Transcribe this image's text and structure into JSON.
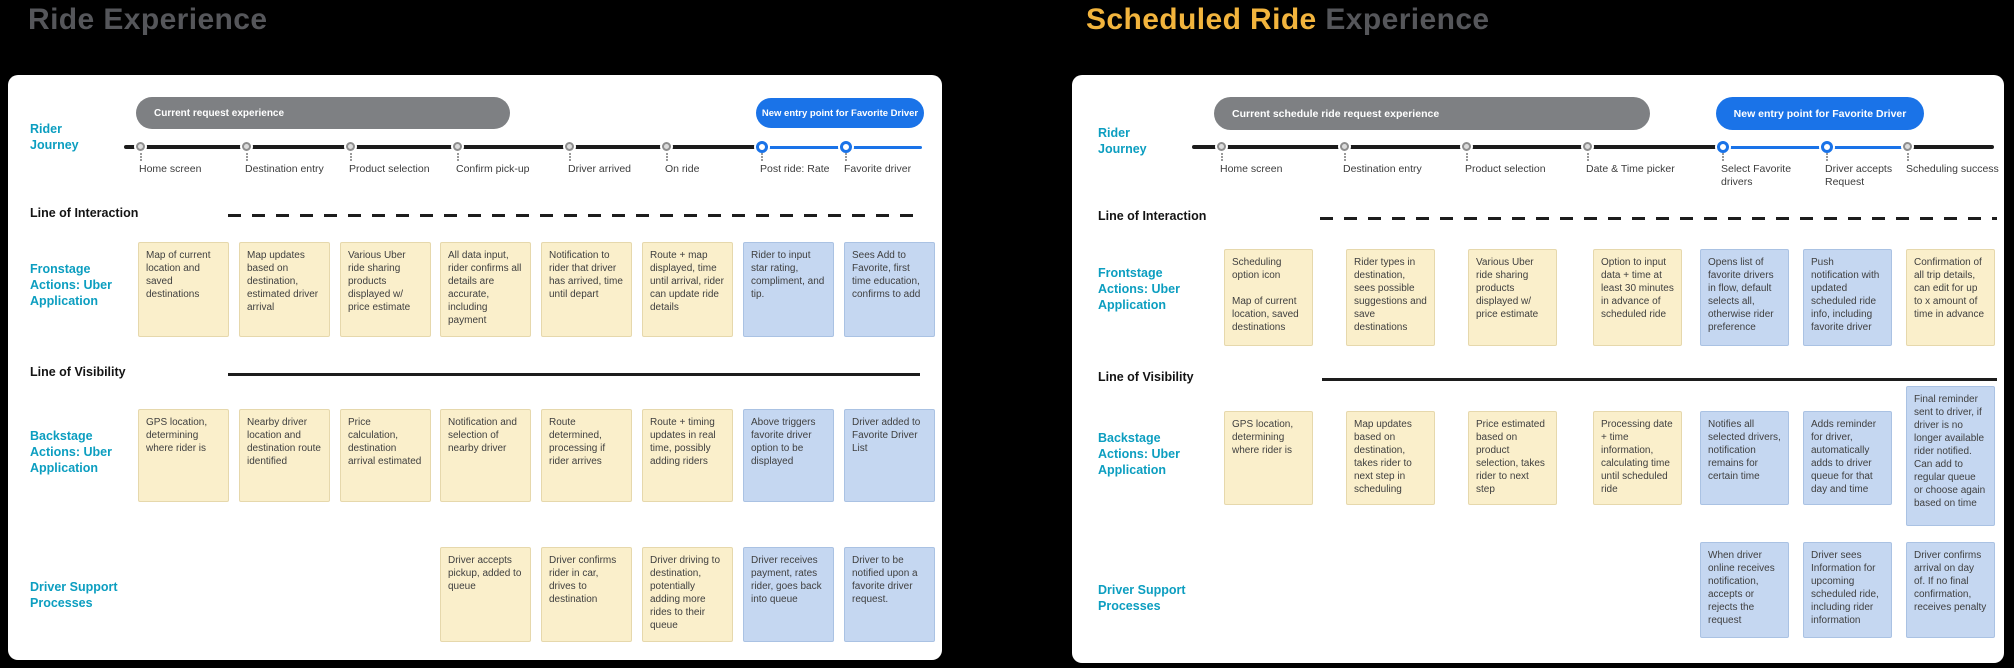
{
  "colors": {
    "teal_label": "#0C9EC0",
    "amber_title": "#F2B43D",
    "gray_title": "#55565A",
    "gray_pill": "#7E8083",
    "blue_accent": "#1A73E8",
    "note_yellow": "#FAEFCB",
    "note_blue": "#C5D7F1"
  },
  "panels": [
    {
      "name": "ride-experience",
      "title": [
        {
          "text": "Ride Experience",
          "color": "gray"
        }
      ],
      "rider_journey_label": "Rider Journey",
      "current_pill": "Current request experience",
      "new_entry_pill": "New entry point for Favorite Driver",
      "line_of_interaction": "Line of Interaction",
      "line_of_visibility": "Line of Visibility",
      "frontstage_label": "Fronstage Actions: Uber Application",
      "backstage_label": "Backstage Actions: Uber Application",
      "driver_label": "Driver Support Processes",
      "steps": [
        {
          "label": "Home screen",
          "blue": false
        },
        {
          "label": "Destination entry",
          "blue": false
        },
        {
          "label": "Product selection",
          "blue": false
        },
        {
          "label": "Confirm pick-up",
          "blue": false
        },
        {
          "label": "Driver arrived",
          "blue": false
        },
        {
          "label": "On ride",
          "blue": false
        },
        {
          "label": "Post ride: Rate",
          "blue": true
        },
        {
          "label": "Favorite driver",
          "blue": true
        }
      ],
      "frontstage_notes": [
        {
          "col": 1,
          "color": "yellow",
          "text": "Map of current location and saved destinations"
        },
        {
          "col": 2,
          "color": "yellow",
          "text": "Map updates based on destination, estimated driver arrival"
        },
        {
          "col": 3,
          "color": "yellow",
          "text": "Various Uber ride sharing products displayed w/ price estimate"
        },
        {
          "col": 4,
          "color": "yellow",
          "text": "All data input, rider confirms all details are accurate, including payment"
        },
        {
          "col": 5,
          "color": "yellow",
          "text": "Notification to rider that driver has arrived, time until depart"
        },
        {
          "col": 6,
          "color": "yellow",
          "text": "Route + map displayed, time until arrival, rider can update ride details"
        },
        {
          "col": 7,
          "color": "blue",
          "text": "Rider to input star rating, compliment, and tip."
        },
        {
          "col": 8,
          "color": "blue",
          "text": "Sees Add to Favorite, first time education, confirms to add"
        }
      ],
      "backstage_notes": [
        {
          "col": 1,
          "color": "yellow",
          "text": "GPS location, determining where rider is"
        },
        {
          "col": 2,
          "color": "yellow",
          "text": "Nearby driver location and destination route identified"
        },
        {
          "col": 3,
          "color": "yellow",
          "text": "Price calculation, destination arrival estimated"
        },
        {
          "col": 4,
          "color": "yellow",
          "text": "Notification and selection of nearby driver"
        },
        {
          "col": 5,
          "color": "yellow",
          "text": "Route determined, processing if rider arrives"
        },
        {
          "col": 6,
          "color": "yellow",
          "text": "Route + timing updates in real time, possibly adding riders"
        },
        {
          "col": 7,
          "color": "blue",
          "text": "Above triggers favorite driver option to be displayed"
        },
        {
          "col": 8,
          "color": "blue",
          "text": "Driver added to Favorite Driver List"
        }
      ],
      "driver_notes": [
        {
          "col": 4,
          "color": "yellow",
          "text": "Driver accepts pickup,  added to queue"
        },
        {
          "col": 5,
          "color": "yellow",
          "text": "Driver confirms rider in car, drives to destination"
        },
        {
          "col": 6,
          "color": "yellow",
          "text": "Driver driving to destination, potentially adding more rides to their queue"
        },
        {
          "col": 7,
          "color": "blue",
          "text": "Driver receives payment, rates rider, goes back into queue"
        },
        {
          "col": 8,
          "color": "blue",
          "text": "Driver to be notified upon a favorite driver request."
        }
      ]
    },
    {
      "name": "scheduled-ride-experience",
      "title": [
        {
          "text": "Scheduled Ride",
          "color": "amber"
        },
        {
          "text": " Experience",
          "color": "gray"
        }
      ],
      "rider_journey_label": "Rider Journey",
      "current_pill": "Current schedule ride request experience",
      "new_entry_pill": "New entry point for Favorite Driver",
      "line_of_interaction": "Line of Interaction",
      "line_of_visibility": "Line of Visibility",
      "frontstage_label": "Frontstage Actions: Uber Application",
      "backstage_label": "Backstage Actions: Uber Application",
      "driver_label": "Driver Support Processes",
      "steps": [
        {
          "label": "Home screen",
          "blue": false
        },
        {
          "label": "Destination entry",
          "blue": false
        },
        {
          "label": "Product selection",
          "blue": false
        },
        {
          "label": "Date & Time picker",
          "blue": false
        },
        {
          "label": "Select Favorite drivers",
          "blue": true
        },
        {
          "label": "Driver accepts Request",
          "blue": true
        },
        {
          "label": "Scheduling success",
          "blue": false
        }
      ],
      "frontstage_notes": [
        {
          "col": 1,
          "color": "yellow",
          "text": "Scheduling option icon\n\nMap of current location, saved destinations"
        },
        {
          "col": 2,
          "color": "yellow",
          "text": "Rider types in destination, sees possible suggestions and save destinations"
        },
        {
          "col": 3,
          "color": "yellow",
          "text": "Various Uber ride sharing products displayed w/ price estimate"
        },
        {
          "col": 4,
          "color": "yellow",
          "text": "Option to input data + time at least 30 minutes in advance of scheduled ride"
        },
        {
          "col": 5,
          "color": "blue",
          "text": "Opens list of favorite drivers in flow, default selects all, otherwise rider preference"
        },
        {
          "col": 6,
          "color": "blue",
          "text": "Push notification with updated scheduled ride info, including favorite driver"
        },
        {
          "col": 7,
          "color": "yellow",
          "text": "Confirmation of all trip details, can edit for up to x amount of time in advance"
        }
      ],
      "backstage_notes": [
        {
          "col": 1,
          "color": "yellow",
          "text": "GPS location, determining where rider is"
        },
        {
          "col": 2,
          "color": "yellow",
          "text": "Map updates based on destination, takes rider to next step in scheduling"
        },
        {
          "col": 3,
          "color": "yellow",
          "text": "Price estimated based on product selection, takes rider to next step"
        },
        {
          "col": 4,
          "color": "yellow",
          "text": "Processing date + time information, calculating time until scheduled ride"
        },
        {
          "col": 5,
          "color": "blue",
          "text": "Notifies all selected drivers, notification remains for certain time"
        },
        {
          "col": 6,
          "color": "blue",
          "text": "Adds reminder for driver, automatically adds to driver queue for that day and time"
        },
        {
          "col": 7,
          "color": "blue",
          "tall": true,
          "text": "Final reminder sent to driver, if driver is no longer available rider notified. Can add to regular queue or choose again based on time"
        }
      ],
      "driver_notes": [
        {
          "col": 5,
          "color": "blue",
          "text": "When driver online receives notification, accepts or rejects the request"
        },
        {
          "col": 6,
          "color": "blue",
          "text": "Driver sees Information for upcoming scheduled ride, including rider information"
        },
        {
          "col": 7,
          "color": "blue",
          "text": "Driver confirms arrival on day of. If no final confirmation, receives penalty"
        }
      ]
    }
  ]
}
